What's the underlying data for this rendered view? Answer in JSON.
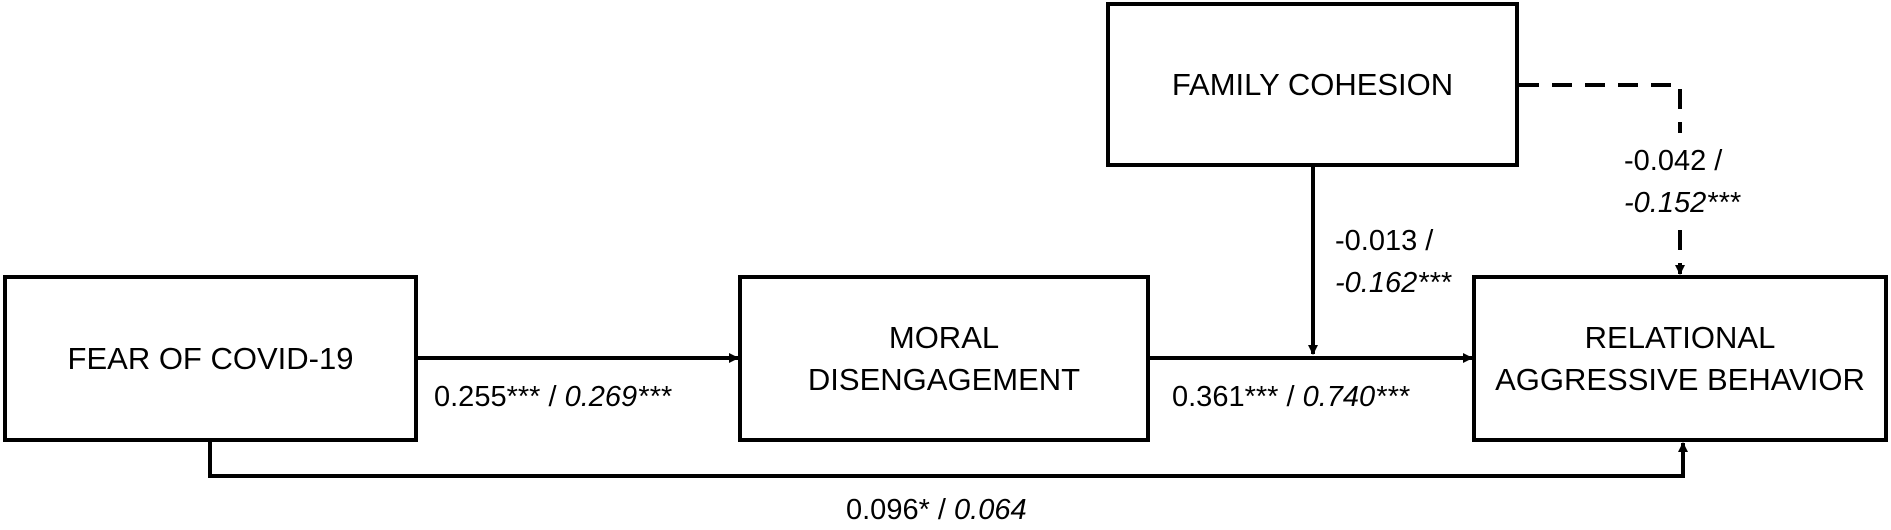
{
  "nodes": {
    "fear": "FEAR OF COVID-19",
    "moral_line1": "MORAL",
    "moral_line2": "DISENGAGEMENT",
    "family": "FAMILY COHESION",
    "relational_line1": "RELATIONAL",
    "relational_line2": "AGGRESSIVE BEHAVIOR"
  },
  "paths": {
    "fear_to_moral": {
      "first": "0.255***",
      "sep": " / ",
      "second": "0.269***"
    },
    "moral_to_relational": {
      "first": "0.361***",
      "sep": " / ",
      "second": "0.740***"
    },
    "fear_to_relational": {
      "first": "0.096*",
      "sep": " / ",
      "second": "0.064"
    },
    "family_moderation": {
      "first": "-0.013 /",
      "second": "-0.162***"
    },
    "family_to_relational": {
      "first": "-0.042 /",
      "second": "-0.152***"
    }
  }
}
